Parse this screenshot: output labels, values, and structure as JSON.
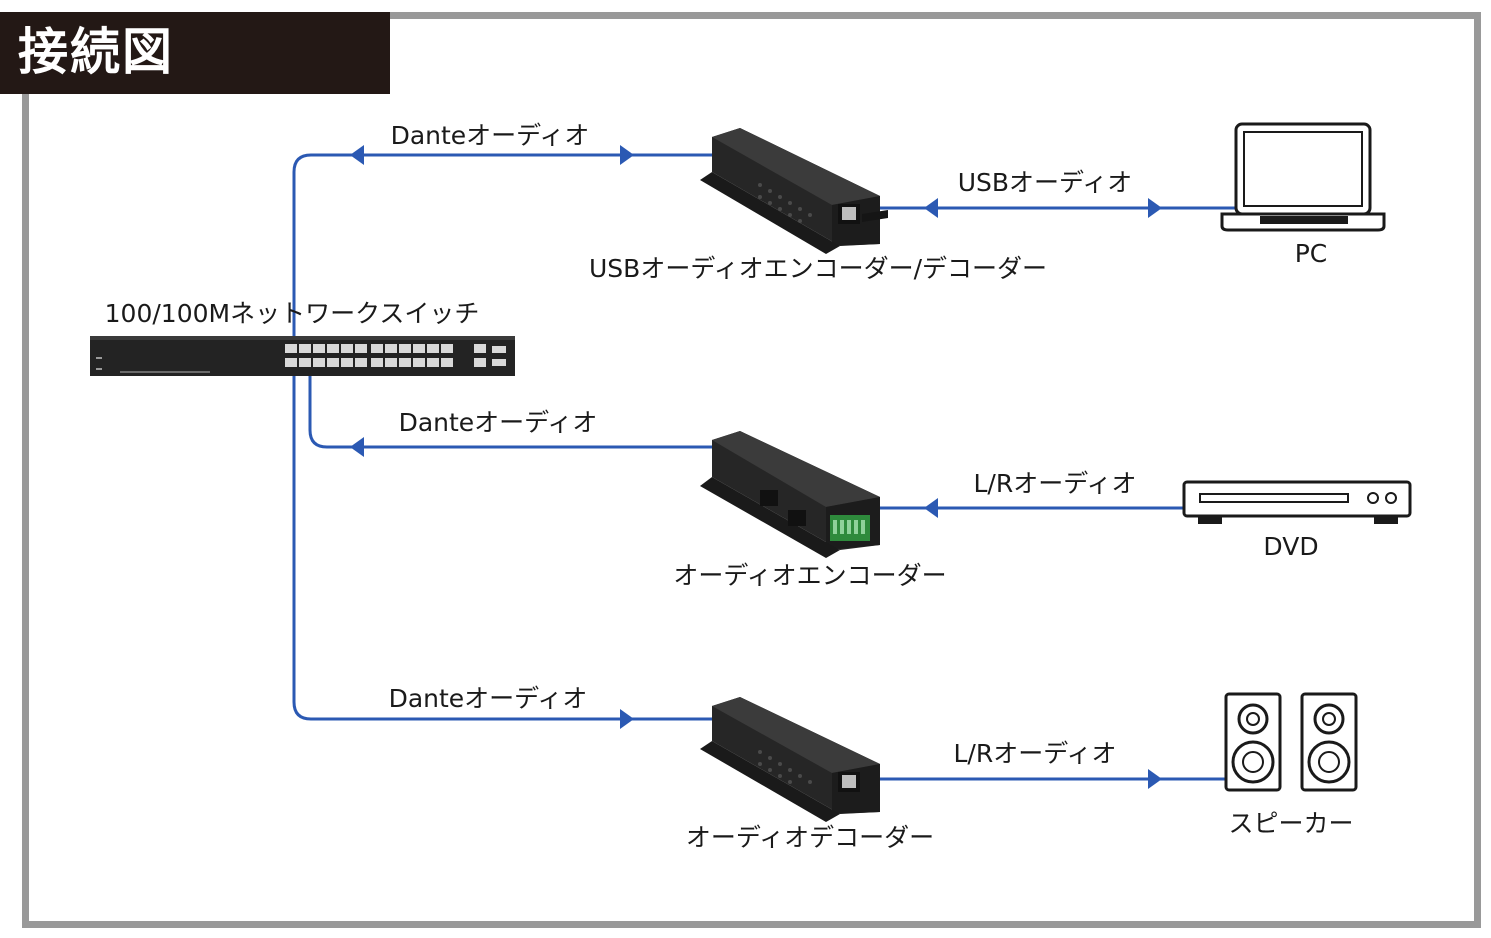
{
  "title": "接続図",
  "colors": {
    "line": "#2b59b3",
    "frame": "#999999",
    "title_bg": "#231815",
    "device": "#242424"
  },
  "links": {
    "dante_top": "Danteオーディオ",
    "dante_mid": "Danteオーディオ",
    "dante_bottom": "Danteオーディオ",
    "usb_audio": "USBオーディオ",
    "lr_audio_in": "L/Rオーディオ",
    "lr_audio_out": "L/Rオーディオ"
  },
  "devices": {
    "switch": "100/100Mネットワークスイッチ",
    "usb_codec": "USBオーディオエンコーダー/デコーダー",
    "audio_encoder": "オーディオエンコーダー",
    "audio_decoder": "オーディオデコーダー",
    "pc": "PC",
    "dvd": "DVD",
    "speaker": "スピーカー"
  }
}
